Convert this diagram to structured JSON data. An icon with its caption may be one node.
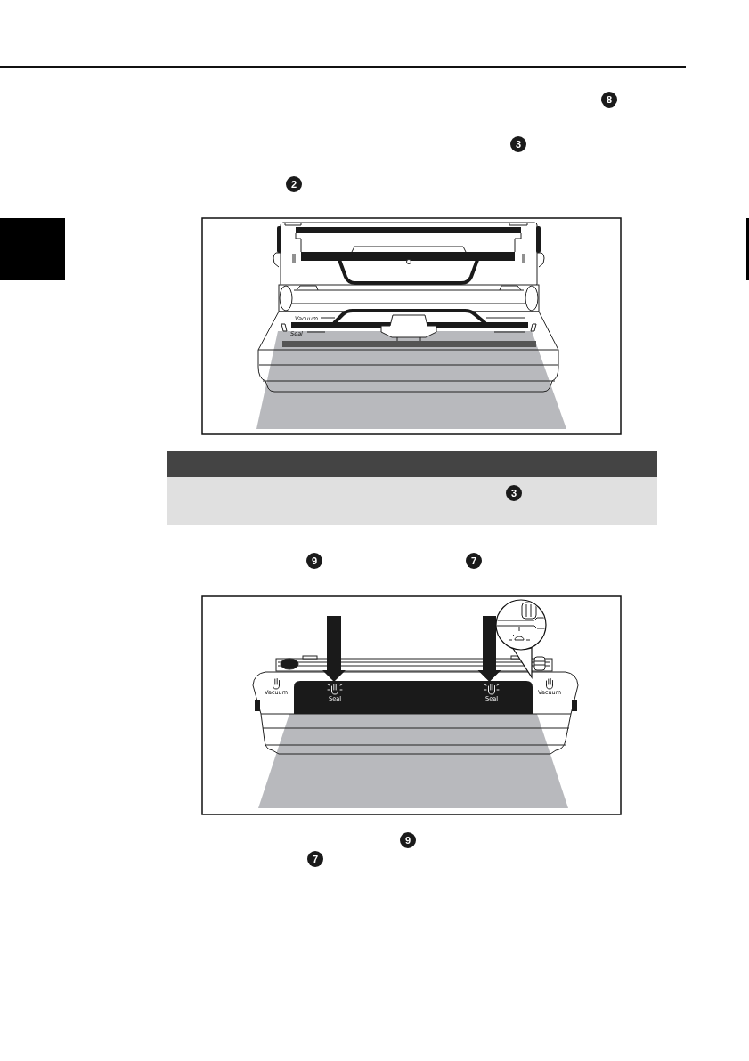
{
  "diagram": {
    "nodes": [
      {
        "text": [],
        "shape": "box"
      },
      {
        "text": [],
        "shape": "box"
      },
      {
        "text": [
          "3"
        ]
      }
    ],
    "labels": [
      "8",
      "3",
      "2",
      "Vacuum",
      "Seal",
      "9",
      "7",
      "Vacuum",
      "Seal",
      "Seal",
      "Vacuum",
      "9",
      "7"
    ]
  }
}
